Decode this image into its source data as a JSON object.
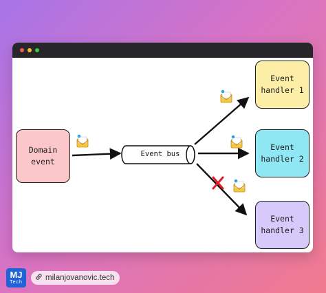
{
  "nodes": {
    "domain_event": "Domain\nevent",
    "event_bus": "Event bus",
    "handler_1": "Event\nhandler 1",
    "handler_2": "Event\nhandler 2",
    "handler_3": "Event\nhandler 3"
  },
  "footer": {
    "logo_main": "MJ",
    "logo_sub": "Tech",
    "link_text": "milanjovanovic.tech"
  },
  "colors": {
    "domain_fill": "#fbc7cb",
    "handler_1_fill": "#fdeea7",
    "handler_2_fill": "#8fe7f3",
    "handler_3_fill": "#d8c9fb",
    "failure_mark": "#e11d2a"
  },
  "icons": [
    "envelope-icon",
    "link-icon",
    "cross-icon"
  ]
}
